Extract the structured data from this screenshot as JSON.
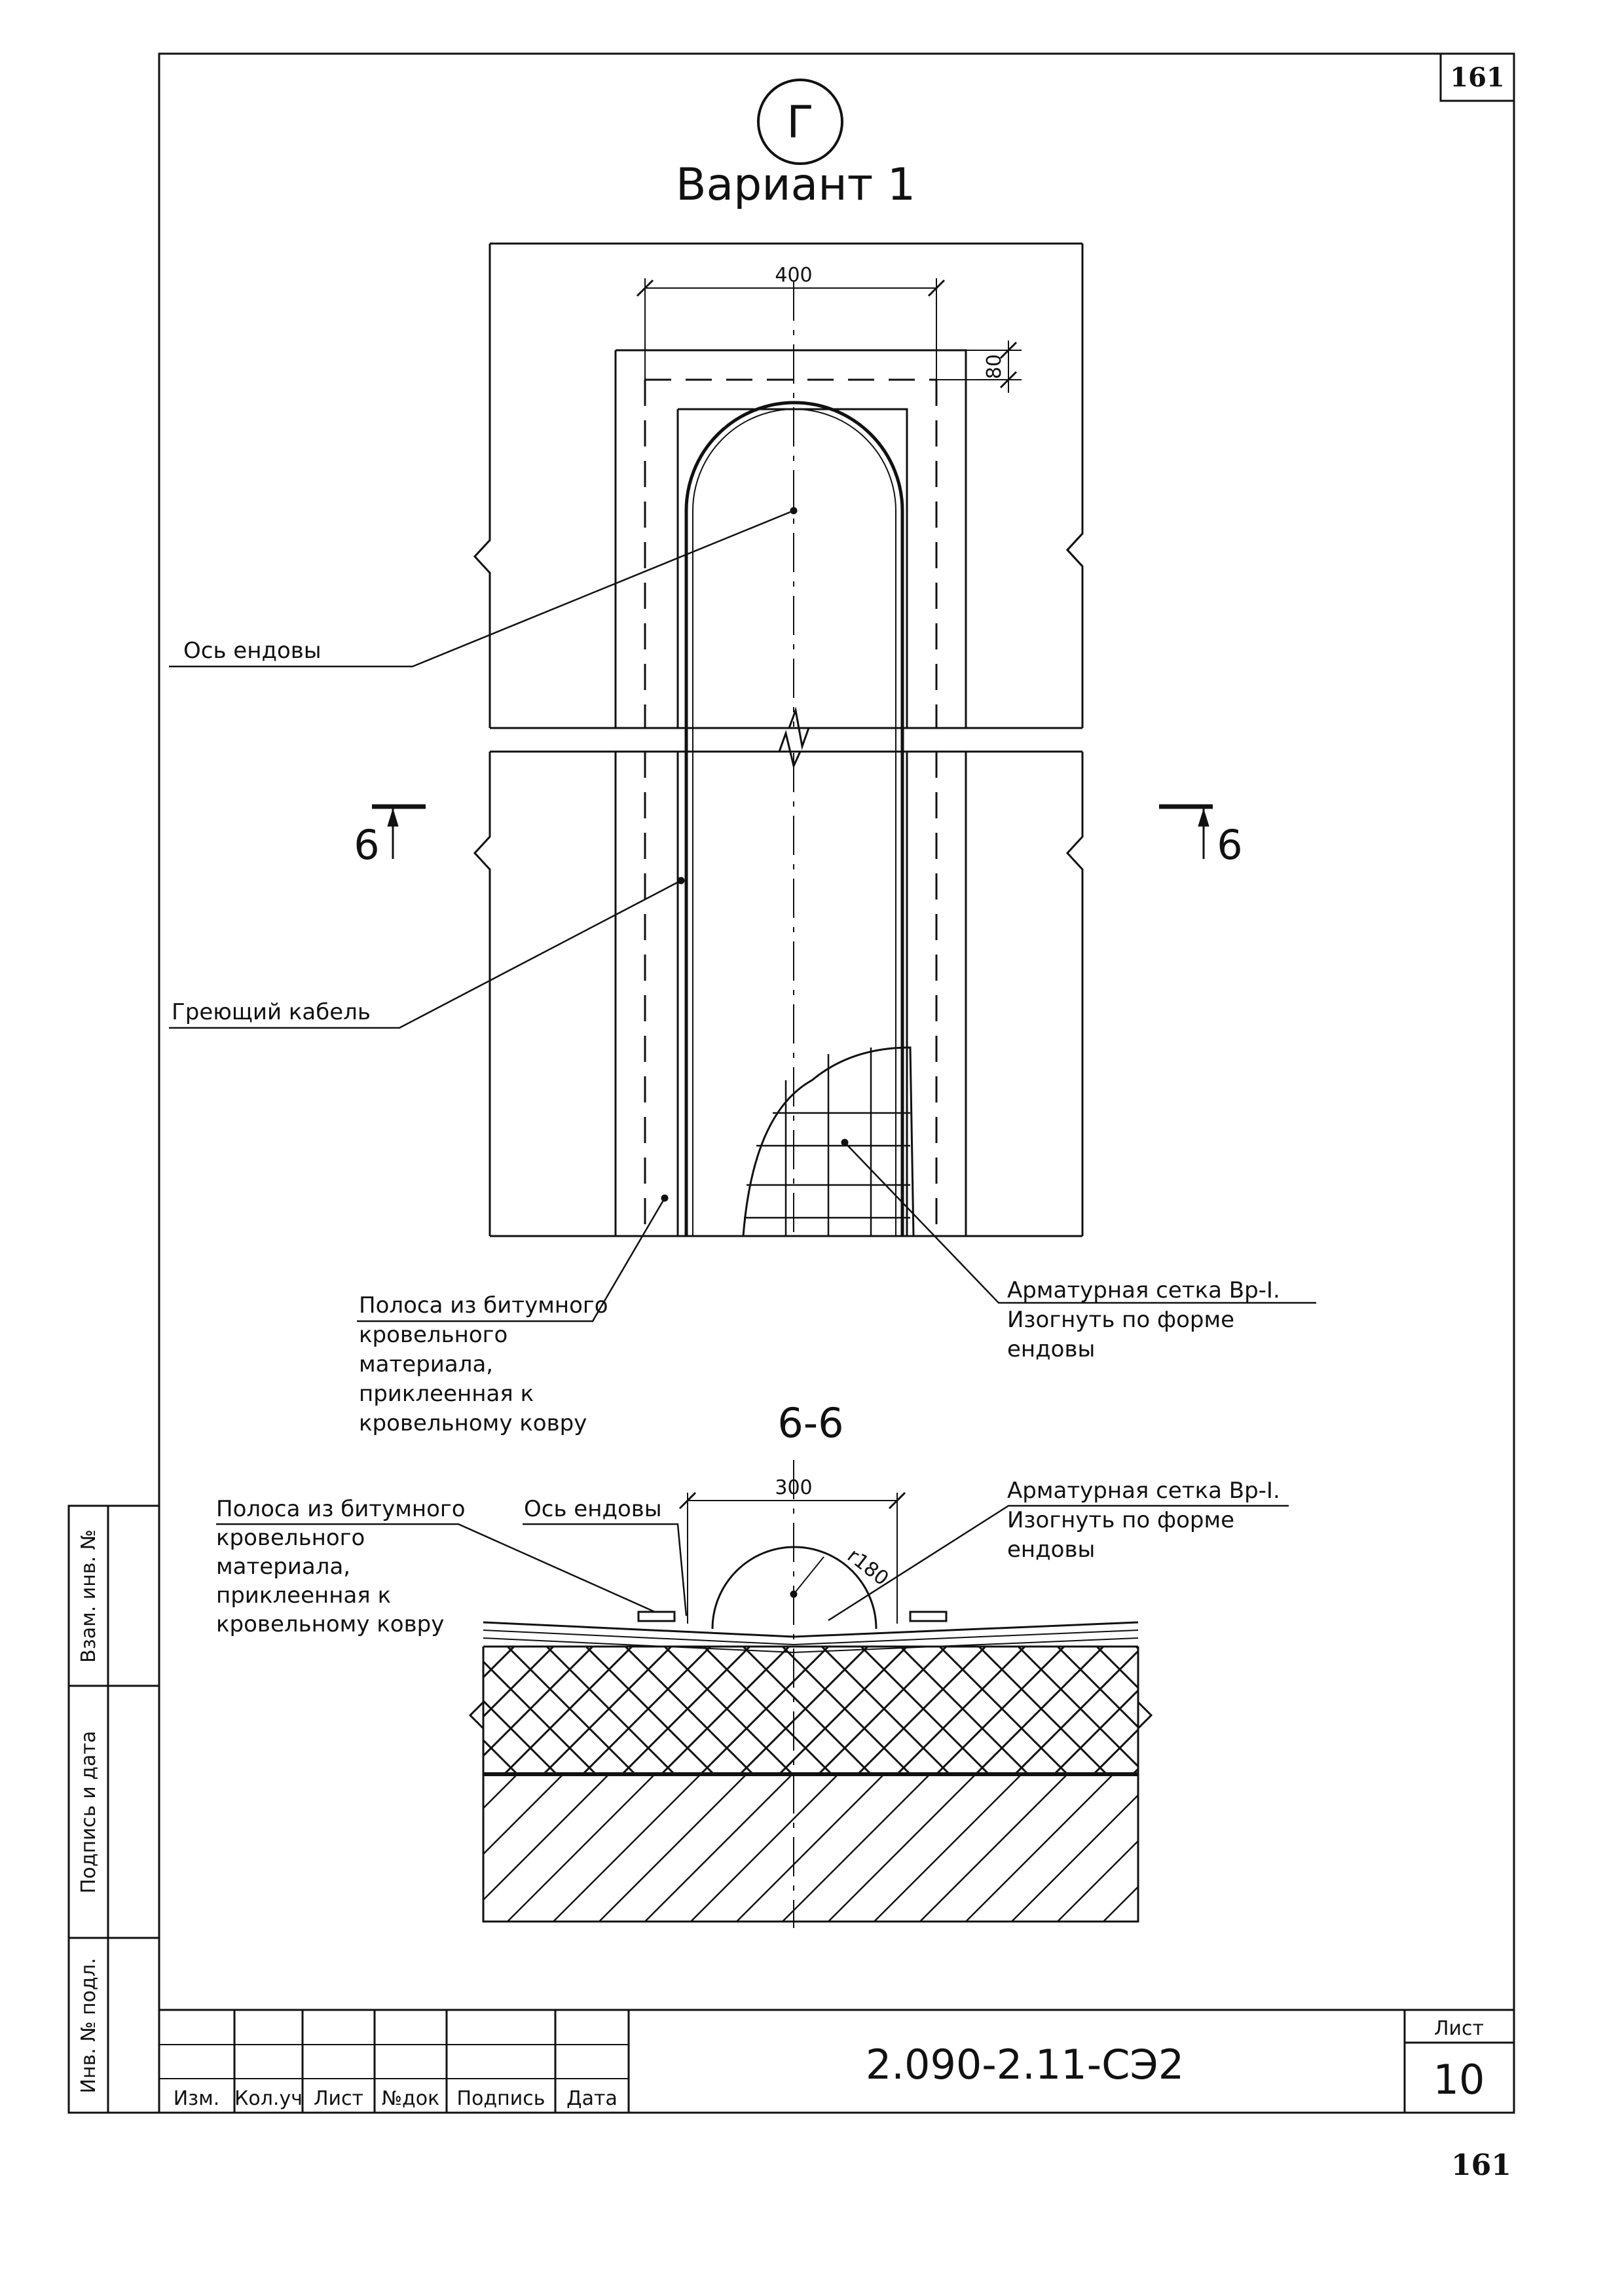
{
  "sheet": {
    "page_number_top": "161",
    "page_number_bottom": "161"
  },
  "header": {
    "marker": "Г",
    "title": "Вариант 1"
  },
  "plan": {
    "dim_width": "400",
    "dim_offset": "80",
    "label_valley_axis": "Ось ендовы",
    "label_heating_cable": "Греющий кабель",
    "label_strip": [
      "Полоса из битумного",
      "кровельного",
      "материала,",
      "приклеенная к",
      "кровельному ковру"
    ],
    "label_mesh": [
      "Арматурная сетка Вр-I.",
      "Изогнуть по форме",
      "ендовы"
    ],
    "section_mark_left": "6",
    "section_mark_right": "6"
  },
  "section": {
    "title": "6-6",
    "dim_width": "300",
    "dim_radius": "r180",
    "label_strip": [
      "Полоса из битумного",
      "кровельного",
      "материала,",
      "приклеенная к",
      "кровельному ковру"
    ],
    "label_valley_axis": "Ось ендовы",
    "label_mesh": [
      "Арматурная сетка Вр-I.",
      "Изогнуть по форме",
      "ендовы"
    ]
  },
  "stamp": {
    "code": "2.090-2.11-СЭ2",
    "sheet_label": "Лист",
    "sheet_number": "10",
    "columns": [
      "Изм.",
      "Кол.уч",
      "Лист",
      "№док",
      "Подпись",
      "Дата"
    ]
  },
  "side_stamp": {
    "fields": [
      "Взам. инв. №",
      "Подпись и дата",
      "Инв. № подл."
    ]
  }
}
